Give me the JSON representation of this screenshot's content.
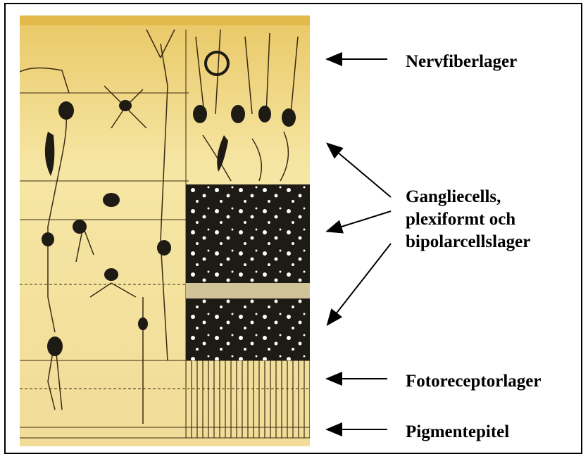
{
  "colors": {
    "background": "#ffffff",
    "border": "#000000",
    "illustration_base": "#f3dc88",
    "illustration_ink": "#3a2a12",
    "dark_layer": "#1e1a14"
  },
  "labels": {
    "nerve_fiber": "Nervfiberlager",
    "ganglion_line1": "Gangliecells,",
    "ganglion_line2": "plexiformt och",
    "ganglion_line3": "bipolarcellslager",
    "photoreceptor": "Fotoreceptorlager",
    "pigment": "Pigmentepitel"
  }
}
